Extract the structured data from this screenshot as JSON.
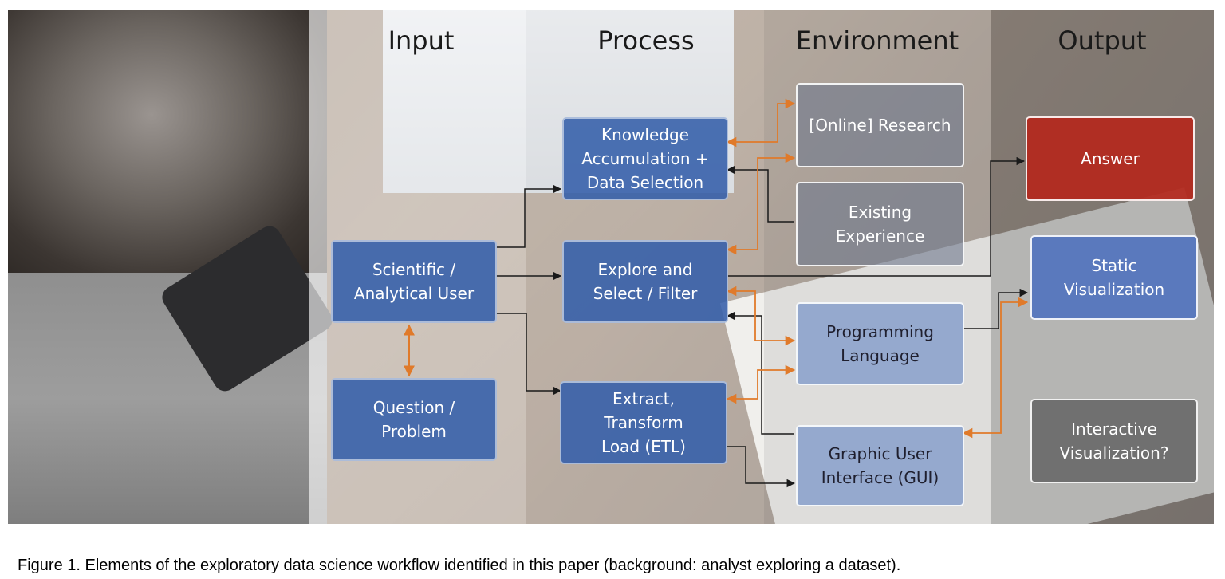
{
  "columns": {
    "input": "Input",
    "process": "Process",
    "environment": "Environment",
    "output": "Output"
  },
  "nodes": {
    "scientific_user": "Scientific /\nAnalytical User",
    "question_problem": "Question /\nProblem",
    "knowledge_accumulation": "Knowledge\nAccumulation +\nData Selection",
    "explore_select": "Explore and\nSelect / Filter",
    "etl": "Extract,\nTransform\nLoad (ETL)",
    "online_research": "[Online] Research",
    "existing_experience": "Existing\nExperience",
    "programming_language": "Programming\nLanguage",
    "gui": "Graphic User\nInterface (GUI)",
    "answer": "Answer",
    "static_visualization": "Static\nVisualization",
    "interactive_visualization": "Interactive\nVisualization?"
  },
  "colors": {
    "arrow_black": "#1a1a1a",
    "arrow_orange": "#e07a2a",
    "node_blue": "#345faa",
    "node_red": "#b4281c"
  },
  "caption": "Figure 1. Elements of the exploratory data science workflow identified in this paper (background: analyst exploring a dataset)."
}
